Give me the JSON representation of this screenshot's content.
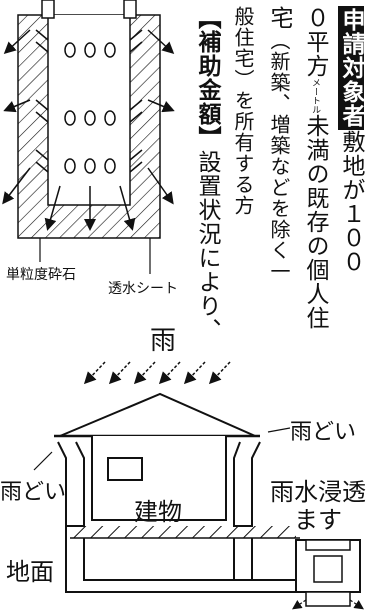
{
  "article": {
    "col1": {
      "label": "申請対象者",
      "text": "敷地が１００"
    },
    "col2": {
      "pre": "０平方",
      "ruby": "メートル",
      "post": "未満の既存の個人住"
    },
    "col3": {
      "main": "宅",
      "paren": "（新築、増築などを除く一"
    },
    "col4": {
      "text": "般住宅）を所有する方"
    },
    "col5": {
      "label": "補助金額",
      "text": "設置状況により、"
    }
  },
  "top_diagram": {
    "gravel_label": "単粒度砕石",
    "sheet_label": "透水シート"
  },
  "bottom_diagram": {
    "rain_label": "雨",
    "gutter_right_label": "雨どい",
    "gutter_left_label": "雨どい",
    "building_label": "建物",
    "ground_label": "地面",
    "infiltration_line1": "雨水浸透",
    "infiltration_line2": "ます"
  }
}
